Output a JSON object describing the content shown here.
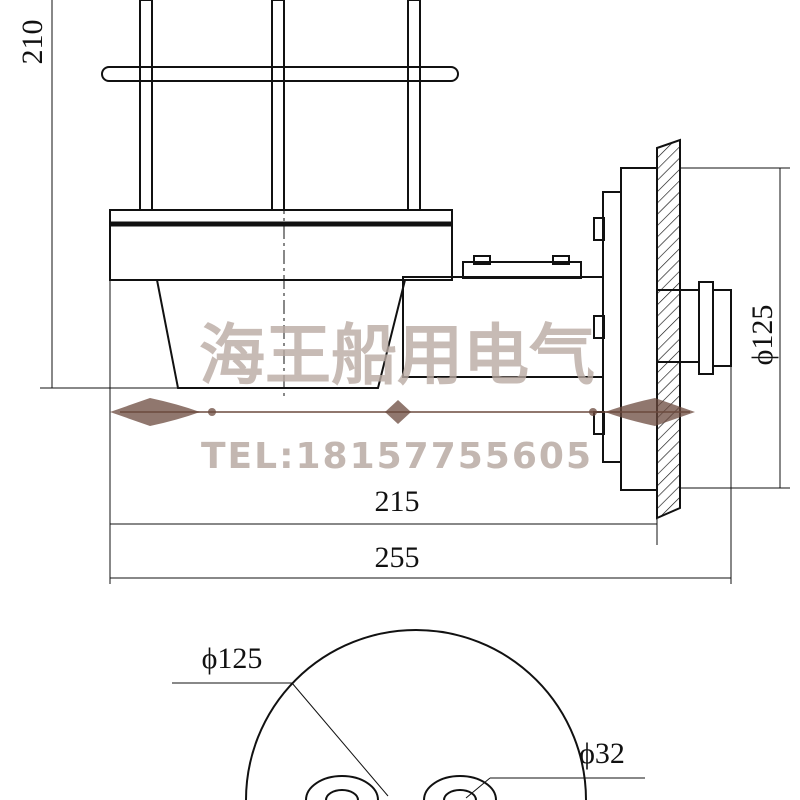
{
  "dimensions": {
    "height_label": "210",
    "mount_diameter_label": "ϕ125",
    "arm_length_label": "215",
    "overall_length_label": "255",
    "plan_diameter_label": "ϕ125",
    "hole_diameter_label": "ϕ32"
  },
  "watermark": {
    "brand": "海王船用电气",
    "phone": "TEL:18157755605"
  },
  "colors": {
    "line": "#111111",
    "watermark_text": "#b9aaa3",
    "watermark_ornament": "#6b4a3e"
  }
}
